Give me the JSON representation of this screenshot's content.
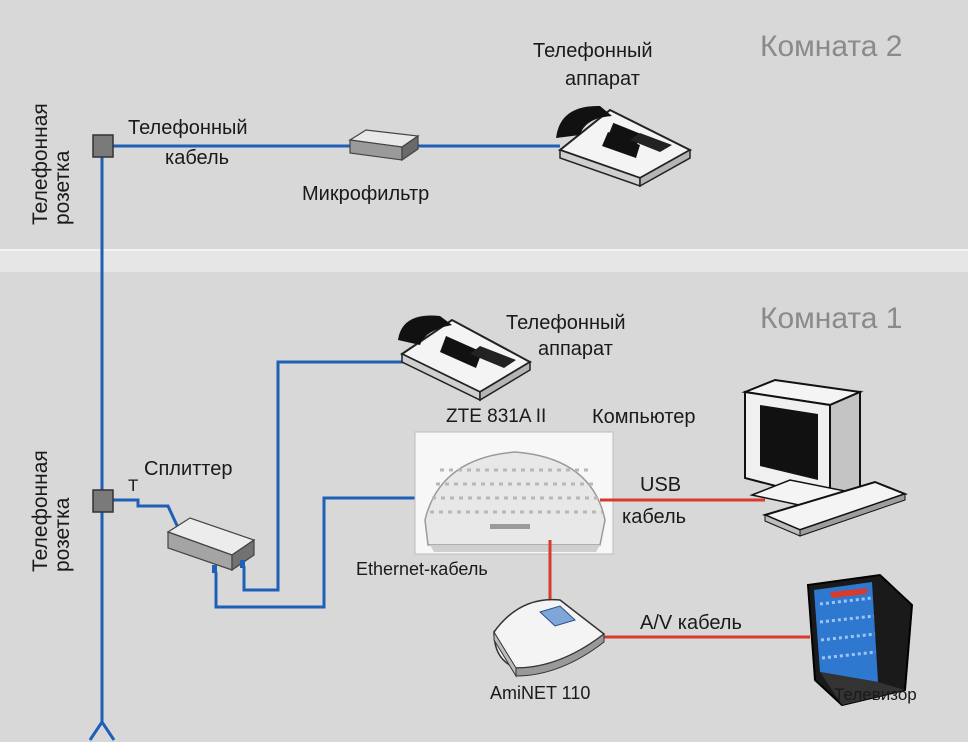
{
  "rooms": {
    "room2": "Комната 2",
    "room1": "Комната 1"
  },
  "wall_socket_label": {
    "line1": "Телефонная",
    "line2": "розетка"
  },
  "room2_labels": {
    "cable_line1": "Телефонный",
    "cable_line2": "кабель",
    "microfilter": "Микрофильтр",
    "phone_line1": "Телефонный",
    "phone_line2": "аппарат"
  },
  "room1_labels": {
    "phone_line1": "Телефонный",
    "phone_line2": "аппарат",
    "splitter": "Сплиттер",
    "splitter_t": "T",
    "modem": "ZTE 831A II",
    "computer": "Компьютер",
    "usb_line1": "USB",
    "usb_line2": "кабель",
    "ethernet": "Ethernet-кабель",
    "settop": "AmiNET 110",
    "av_cable": "A/V кабель",
    "tv": "Телевизор"
  },
  "colors": {
    "phone_line": "#1f5fb8",
    "data_cable": "#d83a2c",
    "background": "#d8d8d8",
    "room_divider": "#ececec"
  }
}
